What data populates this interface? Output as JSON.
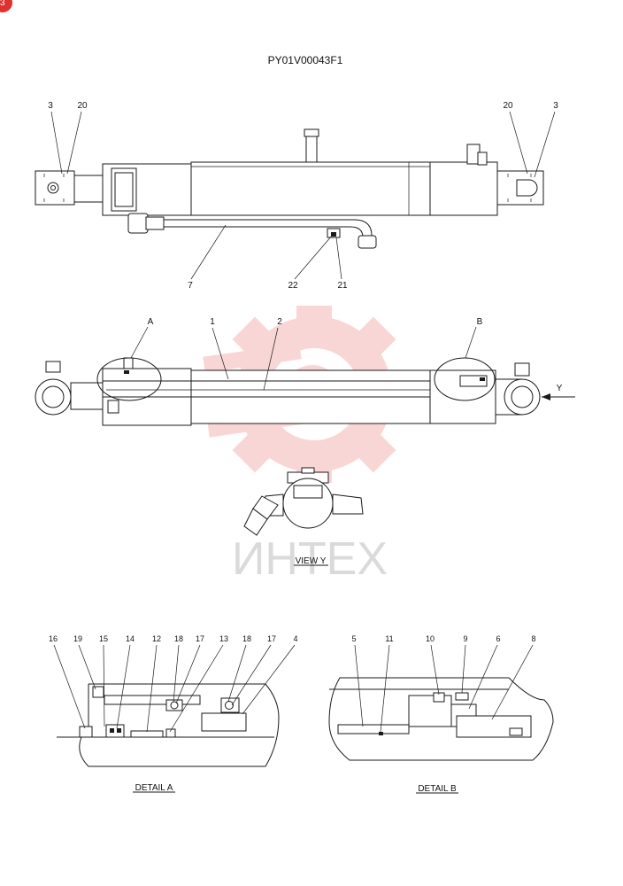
{
  "drawing": {
    "code": "PY01V00043F1",
    "view_y_label": "VIEW  Y",
    "detail_a_caption": "DETAIL  A",
    "detail_b_caption": "DETAIL  B",
    "detail_a_marker": "A",
    "detail_b_marker": "B",
    "y_arrow_label": "Y",
    "badge_text": "3"
  },
  "watermark": {
    "text": "ИНТЕХ",
    "color": "#e84a4a"
  },
  "callouts_top": [
    "3",
    "20",
    "20",
    "3",
    "7",
    "22",
    "21"
  ],
  "callouts_section": [
    "1",
    "2"
  ],
  "callouts_detail_a": [
    "16",
    "19",
    "15",
    "14",
    "12",
    "18",
    "17",
    "13",
    "18",
    "17",
    "4"
  ],
  "callouts_detail_b": [
    "5",
    "11",
    "10",
    "9",
    "6",
    "8"
  ]
}
